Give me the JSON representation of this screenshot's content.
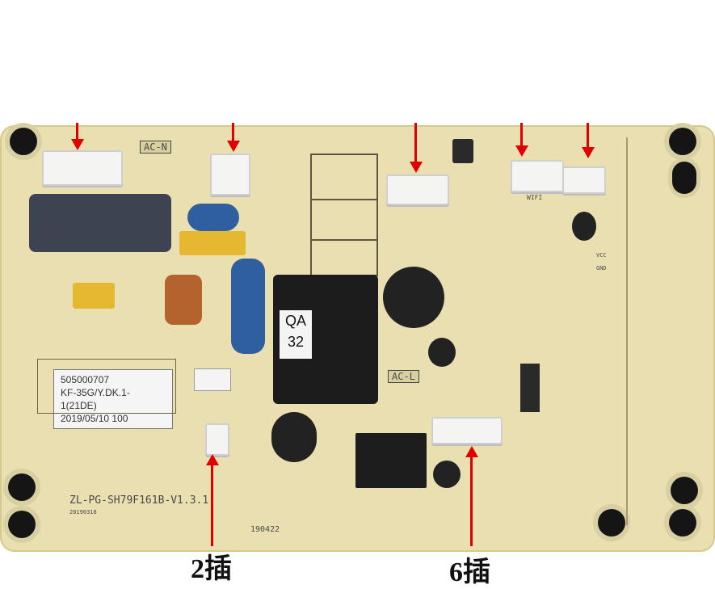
{
  "board": {
    "sticker_lines": [
      "505000707",
      "KF-35G/Y.DK.1-1(21DE)",
      "2019/05/10  100"
    ],
    "pcb_model": "ZL-PG-SH79F161B-V1.3.1",
    "pcb_date": "20190318",
    "date_code": "190422",
    "relay_marking": [
      "QA",
      "32"
    ],
    "silk_ac_n": "AC-N",
    "silk_ac_l": "AC-L",
    "silk_wifi": "WIFI",
    "silk_vcc": "VCC",
    "silk_gnd": "GND"
  },
  "annotations": {
    "left_label": "2插",
    "right_label": "6插"
  },
  "colors": {
    "pcb": "#e9dfb0",
    "arrow": "#e00000"
  }
}
